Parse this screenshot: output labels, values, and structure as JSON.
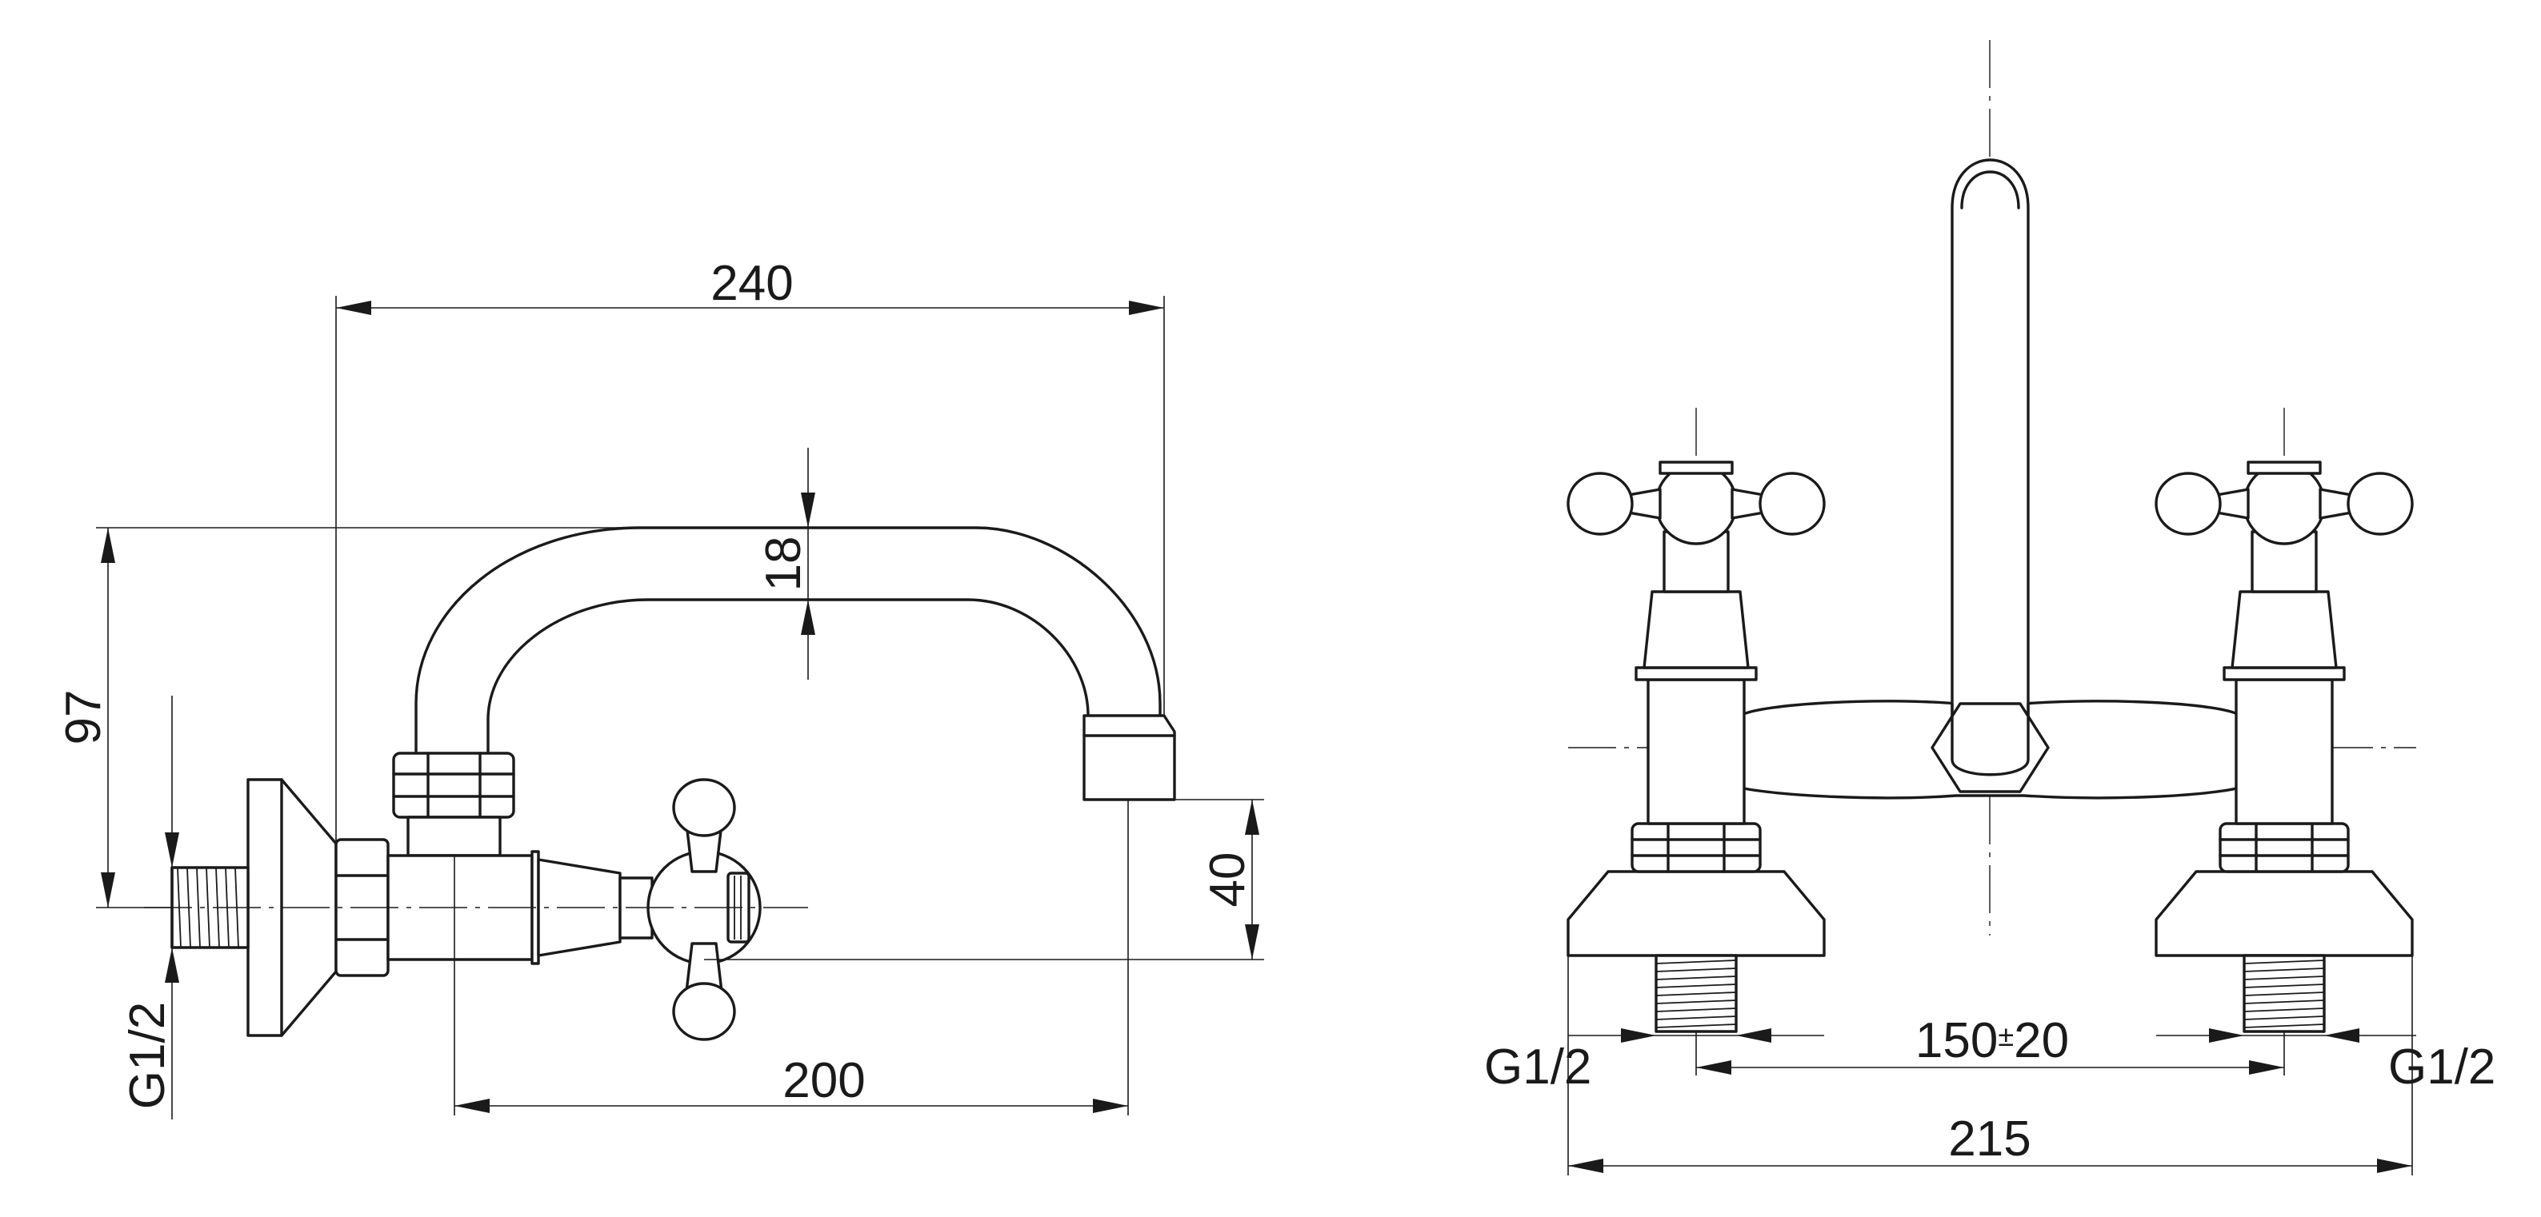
{
  "side_view": {
    "width_overall": "240",
    "pipe_diameter": "18",
    "height_overall": "97",
    "spout_height": "40",
    "spout_reach": "200",
    "thread": "G1/2"
  },
  "front_view": {
    "thread_left": "G1/2",
    "thread_right": "G1/2",
    "spacing": "150",
    "spacing_tol_symbol": "±",
    "spacing_tol": "20",
    "width_overall": "215"
  }
}
